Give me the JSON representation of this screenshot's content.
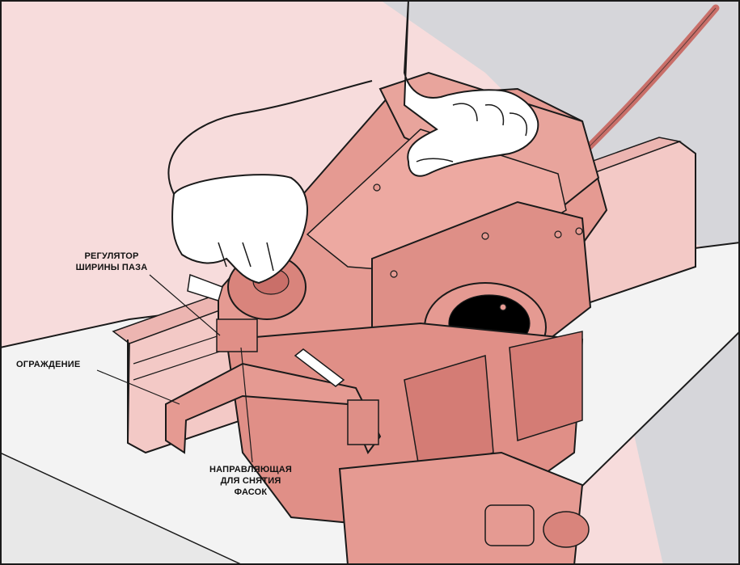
{
  "labels": {
    "width_regulator": {
      "line1": "РЕГУЛЯТОР",
      "line2": "ШИРИНЫ ПАЗА"
    },
    "guard": "ОГРАЖДЕНИЕ",
    "chamfer_guide": {
      "line1": "НАПРАВЛЯЮЩАЯ",
      "line2": "ДЛЯ СНЯТИЯ",
      "line3": "ФАСОК"
    }
  },
  "colors": {
    "background": "#f7dcdc",
    "background_gray": "#d4d4d8",
    "tool_body": "#e59a92",
    "tool_dark": "#c96f69",
    "board": "#f3c7c4",
    "bench": "#f1f1f1",
    "outline": "#1a1a1a",
    "hand": "#ffffff"
  }
}
